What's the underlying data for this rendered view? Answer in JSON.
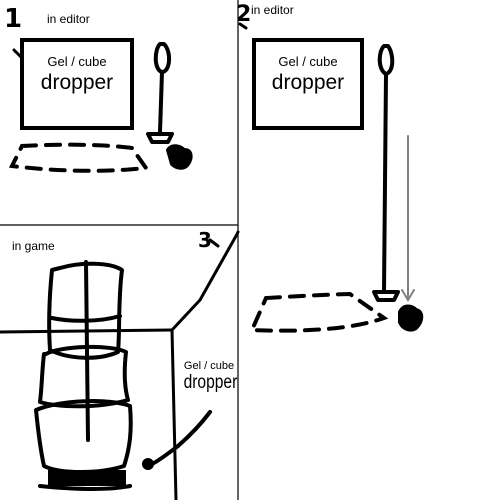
{
  "panels": [
    {
      "number": "1",
      "caption": "in editor",
      "sign_line1": "Gel / cube",
      "sign_line2": "dropper"
    },
    {
      "number": "2",
      "caption": "in editor",
      "sign_line1": "Gel / cube",
      "sign_line2": "dropper"
    },
    {
      "number": "3",
      "caption": "in game",
      "sign_line1": "Gel / cube",
      "sign_line2": "dropper"
    }
  ],
  "colors": {
    "ink": "#000000",
    "arrow": "#808080",
    "background": "#ffffff"
  }
}
